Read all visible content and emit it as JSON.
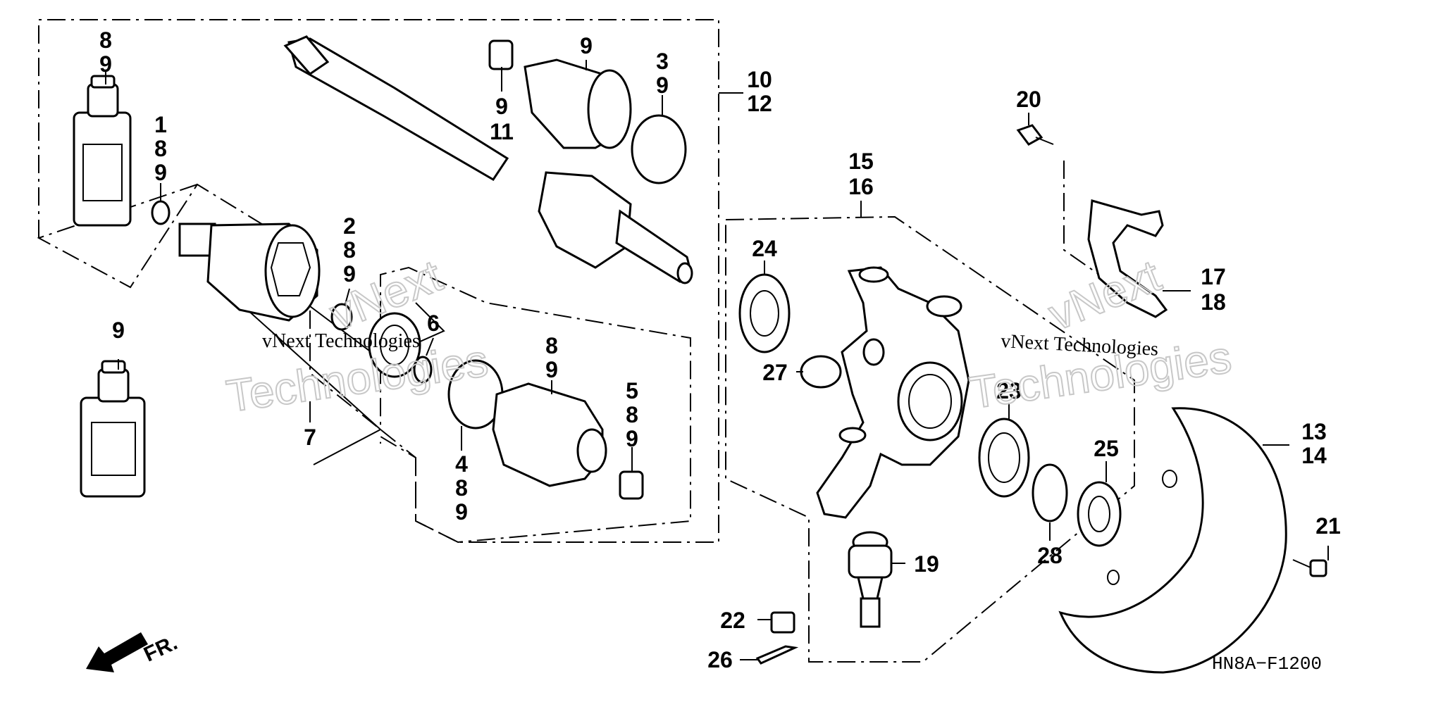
{
  "diagram": {
    "code": "HN8A−F1200",
    "direction_label": "FR.",
    "watermark": {
      "small": "vNext Technologies",
      "big_1": "vNext",
      "big_2": "Technologies"
    },
    "callouts": {
      "c1": [
        "8",
        "9"
      ],
      "c2": [
        "1",
        "8",
        "9"
      ],
      "c3": [
        "9"
      ],
      "c4": [
        "2",
        "8",
        "9"
      ],
      "c5": [
        "6"
      ],
      "c6": [
        "7"
      ],
      "c7": [
        "9",
        "11"
      ],
      "c8": [
        "9"
      ],
      "c9": [
        "3",
        "9"
      ],
      "c10": [
        "10",
        "12"
      ],
      "c11": [
        "8",
        "9"
      ],
      "c12": [
        "5",
        "8",
        "9"
      ],
      "c13": [
        "4",
        "8",
        "9"
      ],
      "c14": [
        "20"
      ],
      "c15": [
        "15",
        "16"
      ],
      "c16": [
        "24"
      ],
      "c17": [
        "27"
      ],
      "c18": [
        "17",
        "18"
      ],
      "c19": [
        "23"
      ],
      "c20": [
        "25"
      ],
      "c21": [
        "28"
      ],
      "c22": [
        "19"
      ],
      "c23": [
        "22"
      ],
      "c24": [
        "26"
      ],
      "c25": [
        "13",
        "14"
      ],
      "c26": [
        "21"
      ]
    }
  }
}
